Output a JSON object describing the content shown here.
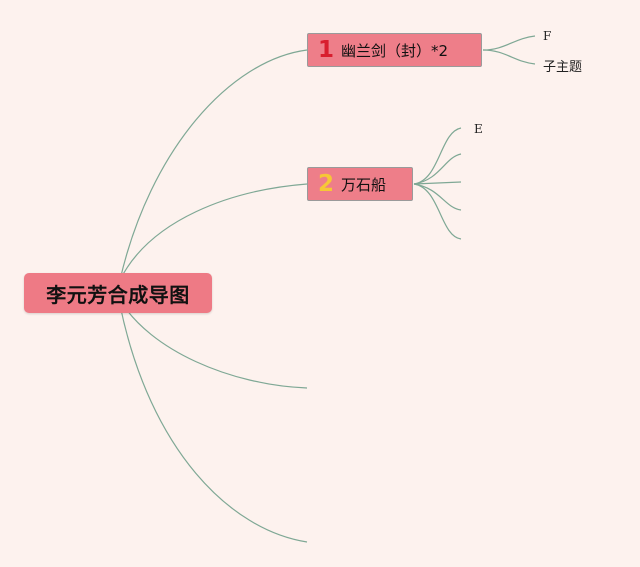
{
  "root": {
    "label": "李元芳合成导图"
  },
  "branches": [
    {
      "number": "1",
      "label": "幽兰剑（封）*2",
      "children": [
        "F",
        "子主题"
      ]
    },
    {
      "number": "2",
      "label": "万石船",
      "children": [
        "E",
        "",
        "",
        "",
        ""
      ]
    },
    {
      "number": "",
      "label": "",
      "children": []
    },
    {
      "number": "",
      "label": "",
      "children": []
    }
  ],
  "colors": {
    "background": "#fdf2ee",
    "node_fill": "#ee7e89",
    "connector": "#7fa895",
    "number_1": "#d81e2e",
    "number_2": "#f6c736"
  }
}
